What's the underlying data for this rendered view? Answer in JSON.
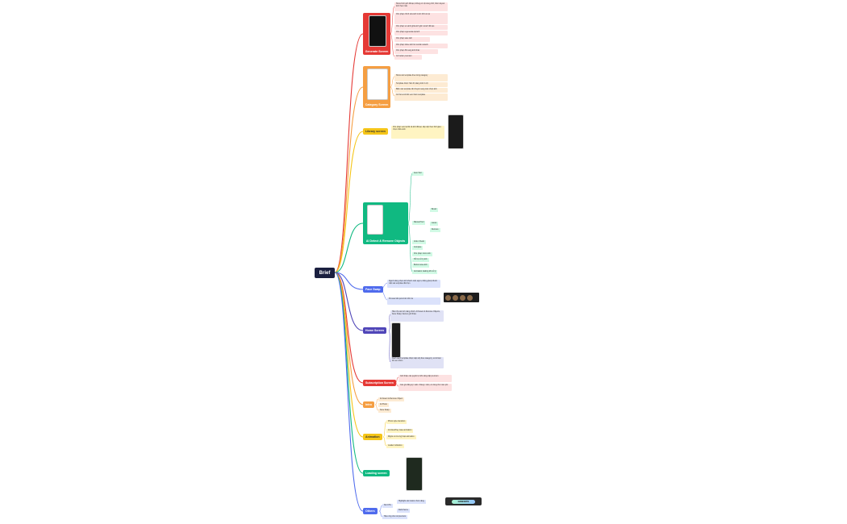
{
  "root": {
    "label": "Brief"
  },
  "branches": [
    {
      "id": "generate",
      "label": "Generate Screen",
      "color": "#e53935",
      "items": [
        "Show hình ảnh đã tạo, không có nội dung chữ; thêm layout ảnh theo mẫu",
        "Cho phép chỉnh sửa ảnh trước khi lưu lại",
        "Cho phép so sánh giữa ảnh gốc và ảnh đã tạo",
        "Cho phép regenerate lại ảnh",
        "Cho phép save ảnh",
        "Cho phép share ảnh lên social network",
        "Cho phép đổi sang ảnh khác",
        "Có button premium"
      ]
    },
    {
      "id": "category",
      "label": "Category Screen",
      "color": "#f59e42",
      "items": [
        "Show các template theo từng category",
        "Template được hiển thị dạng lưới 2 cột",
        "Bấm vào template để chuyển sang màn chọn ảnh",
        "Có thể scroll để xem thêm template"
      ]
    },
    {
      "id": "library",
      "label": "Library screen",
      "color": "#f5c518",
      "items": [
        "Cho phép xem lại tất cả ảnh đã tạo; sắp xếp theo thời gian; chọn nhiều ảnh"
      ]
    },
    {
      "id": "ai",
      "label": "AI Detect & Remove Objects",
      "color": "#10b981",
      "items": [
        "Auto Tool",
        "Manual Tool",
        "Brush",
        "Lasso",
        "Remove",
        "Undo / Redo",
        "Compare",
        "Cho phép zoom ảnh",
        "Hỗ trợ xử lý ảnh",
        "Button save ảnh",
        "Animation loading khi xử lý"
      ]
    },
    {
      "id": "faceswap",
      "label": "Face Swap",
      "color": "#4f6bed",
      "items": [
        "Người dùng chọn ảnh khuôn mặt; app tự động ghép khuôn mặt vào template đã chọn",
        "Preview kết quả trước khi lưu"
      ]
    },
    {
      "id": "home",
      "label": "Home Screen",
      "color": "#5046b8",
      "items": [
        "Hiển thị các tính năng chính: AI Detect & Remove Objects, Face Swap; banner giới thiệu",
        "Danh sách template được sắp xếp theo category; scroll dọc để xem thêm"
      ]
    },
    {
      "id": "subscription",
      "label": "Subscription Screen",
      "color": "#e53935",
      "items": [
        "Giới thiệu các quyền lợi khi nâng cấp premium",
        "Các gói đăng ký: tuần / tháng / năm; có dùng thử miễn phí"
      ]
    },
    {
      "id": "intro",
      "label": "Intro",
      "color": "#f59e42",
      "items": [
        "AI Detect & Remove Object",
        "AI Photo",
        "Face Swap"
      ]
    },
    {
      "id": "animation",
      "label": "Animation",
      "color": "#f5c518",
      "items": [
        "Photo style transition",
        "Icon/text/Key case animation",
        "Ripple on ki-ứng hoạt animation",
        "Loader indication"
      ]
    },
    {
      "id": "loading",
      "label": "Loading screen",
      "color": "#10b981",
      "items": []
    },
    {
      "id": "others",
      "label": "Others",
      "color": "#4f6bed",
      "items": [
        "Nút CTA",
        "Highlight các button chức năng",
        "Dark theme",
        "Hiệu ứng cho nút premium"
      ]
    }
  ],
  "misc": {
    "generate_button_label": "GENERATE"
  }
}
